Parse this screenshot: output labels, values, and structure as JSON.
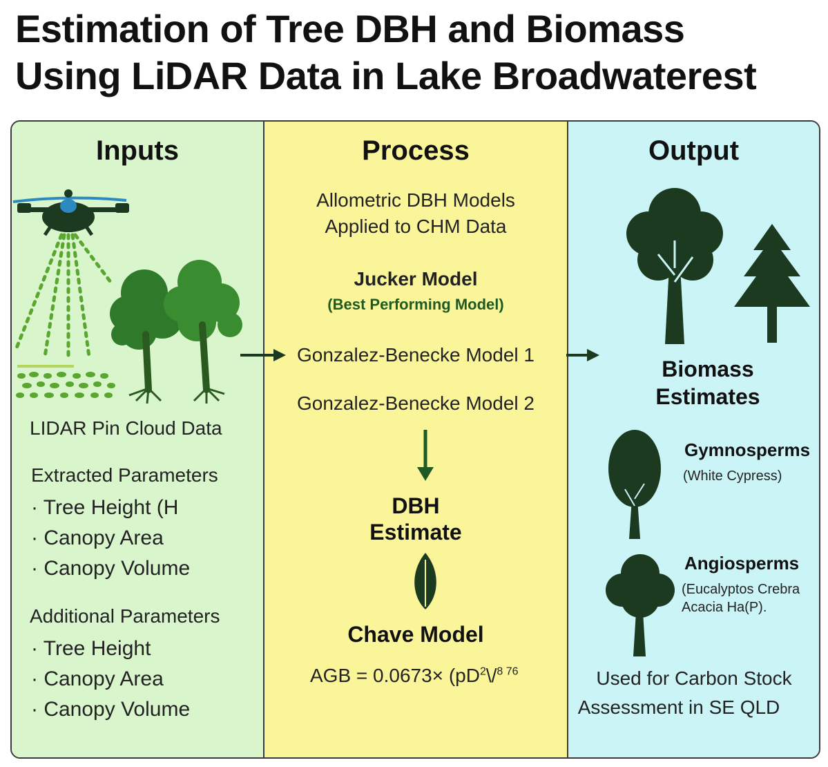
{
  "title": {
    "line1": "Estimation of Tree DBH and Biomass",
    "line2": "Using LiDAR Data in Lake Broadwaterest"
  },
  "inputs": {
    "heading": "Inputs",
    "caption": "LIDAR Pin Cloud Data",
    "extracted_title": "Extracted Parameters",
    "extracted_items": [
      "Tree Height (H",
      "Canopy Area",
      "Canopy Volume"
    ],
    "additional_title": "Additional Parameters",
    "additional_items": [
      "Tree Height",
      "Canopy Area",
      "Canopy Volume"
    ],
    "icons": [
      "drone-icon",
      "lidar-beams",
      "point-cloud-ground",
      "broadleaf-trees-icon"
    ]
  },
  "process": {
    "heading": "Process",
    "intro_line1": "Allometric DBH Models",
    "intro_line2": "Applied to CHM Data",
    "jucker_title": "Jucker Model",
    "jucker_note": "(Best Performing Model)",
    "model1": "Gonzalez-Benecke Model 1",
    "model2": "Gonzalez-Benecke Model 2",
    "dbh_line1": "DBH",
    "dbh_line2": "Estimate",
    "chave_title": "Chave Model",
    "formula_base": "AGB = 0.0673× (pD",
    "formula_exp": "2",
    "formula_tail": "\\/",
    "formula_sup": "8 76",
    "icons": [
      "leaf-icon",
      "down-arrow"
    ]
  },
  "output": {
    "heading": "Output",
    "biomass_line1": "Biomass",
    "biomass_line2": "Estimates",
    "gymno_title": "Gymnosperms",
    "gymno_sub": "(White Cypress)",
    "angio_title": "Angiosperms",
    "angio_sub1": "(Eucalyptos Crebra",
    "angio_sub2": "Acacia Ha(P).",
    "footer_line1": "Used for Carbon Stock",
    "footer_line2": "Assessment in SE QLD",
    "icons": [
      "deciduous-tree-icon",
      "conifer-tree-icon"
    ]
  },
  "colors": {
    "inputs_bg": "#d9f5cc",
    "process_bg": "#fbf59a",
    "output_bg": "#caf4f6",
    "tree_dark": "#1c3a1f",
    "accent_green": "#1e5a22"
  }
}
